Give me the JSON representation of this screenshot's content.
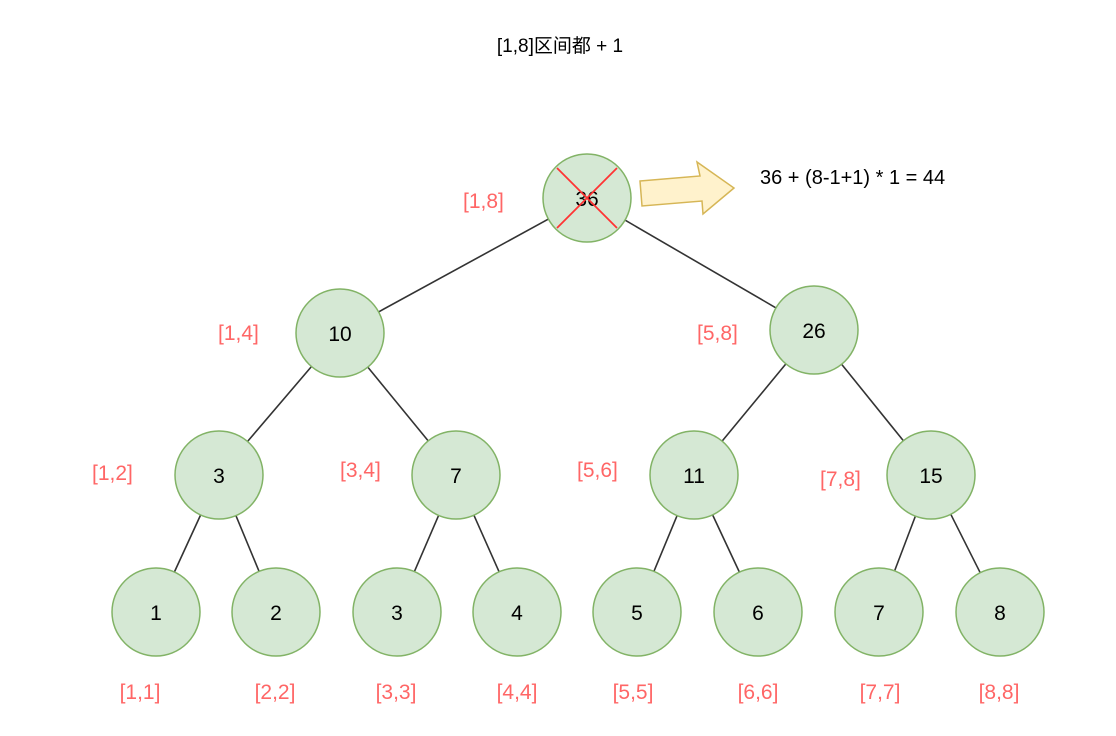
{
  "title": "[1,8]区间都 + 1",
  "formula": "36 + (8-1+1) * 1 = 44",
  "colors": {
    "node_fill": "#d5e8d4",
    "node_stroke": "#82b366",
    "range_label": "#ff6666",
    "cross_mark": "#ff3333",
    "arrow_fill": "#fff2cc",
    "arrow_stroke": "#d6b656",
    "edge": "#333333"
  },
  "nodes": [
    {
      "id": "n1",
      "value": "36",
      "range": "[1,8]",
      "crossed": true
    },
    {
      "id": "n2",
      "value": "10",
      "range": "[1,4]"
    },
    {
      "id": "n3",
      "value": "26",
      "range": "[5,8]"
    },
    {
      "id": "n4",
      "value": "3",
      "range": "[1,2]"
    },
    {
      "id": "n5",
      "value": "7",
      "range": "[3,4]"
    },
    {
      "id": "n6",
      "value": "11",
      "range": "[5,6]"
    },
    {
      "id": "n7",
      "value": "15",
      "range": "[7,8]"
    },
    {
      "id": "n8",
      "value": "1",
      "range": "[1,1]"
    },
    {
      "id": "n9",
      "value": "2",
      "range": "[2,2]"
    },
    {
      "id": "n10",
      "value": "3",
      "range": "[3,3]"
    },
    {
      "id": "n11",
      "value": "4",
      "range": "[4,4]"
    },
    {
      "id": "n12",
      "value": "5",
      "range": "[5,5]"
    },
    {
      "id": "n13",
      "value": "6",
      "range": "[6,6]"
    },
    {
      "id": "n14",
      "value": "7",
      "range": "[7,7]"
    },
    {
      "id": "n15",
      "value": "8",
      "range": "[8,8]"
    }
  ],
  "edges": [
    [
      "n1",
      "n2"
    ],
    [
      "n1",
      "n3"
    ],
    [
      "n2",
      "n4"
    ],
    [
      "n2",
      "n5"
    ],
    [
      "n3",
      "n6"
    ],
    [
      "n3",
      "n7"
    ],
    [
      "n4",
      "n8"
    ],
    [
      "n4",
      "n9"
    ],
    [
      "n5",
      "n10"
    ],
    [
      "n5",
      "n11"
    ],
    [
      "n6",
      "n12"
    ],
    [
      "n6",
      "n13"
    ],
    [
      "n7",
      "n14"
    ],
    [
      "n7",
      "n15"
    ]
  ]
}
